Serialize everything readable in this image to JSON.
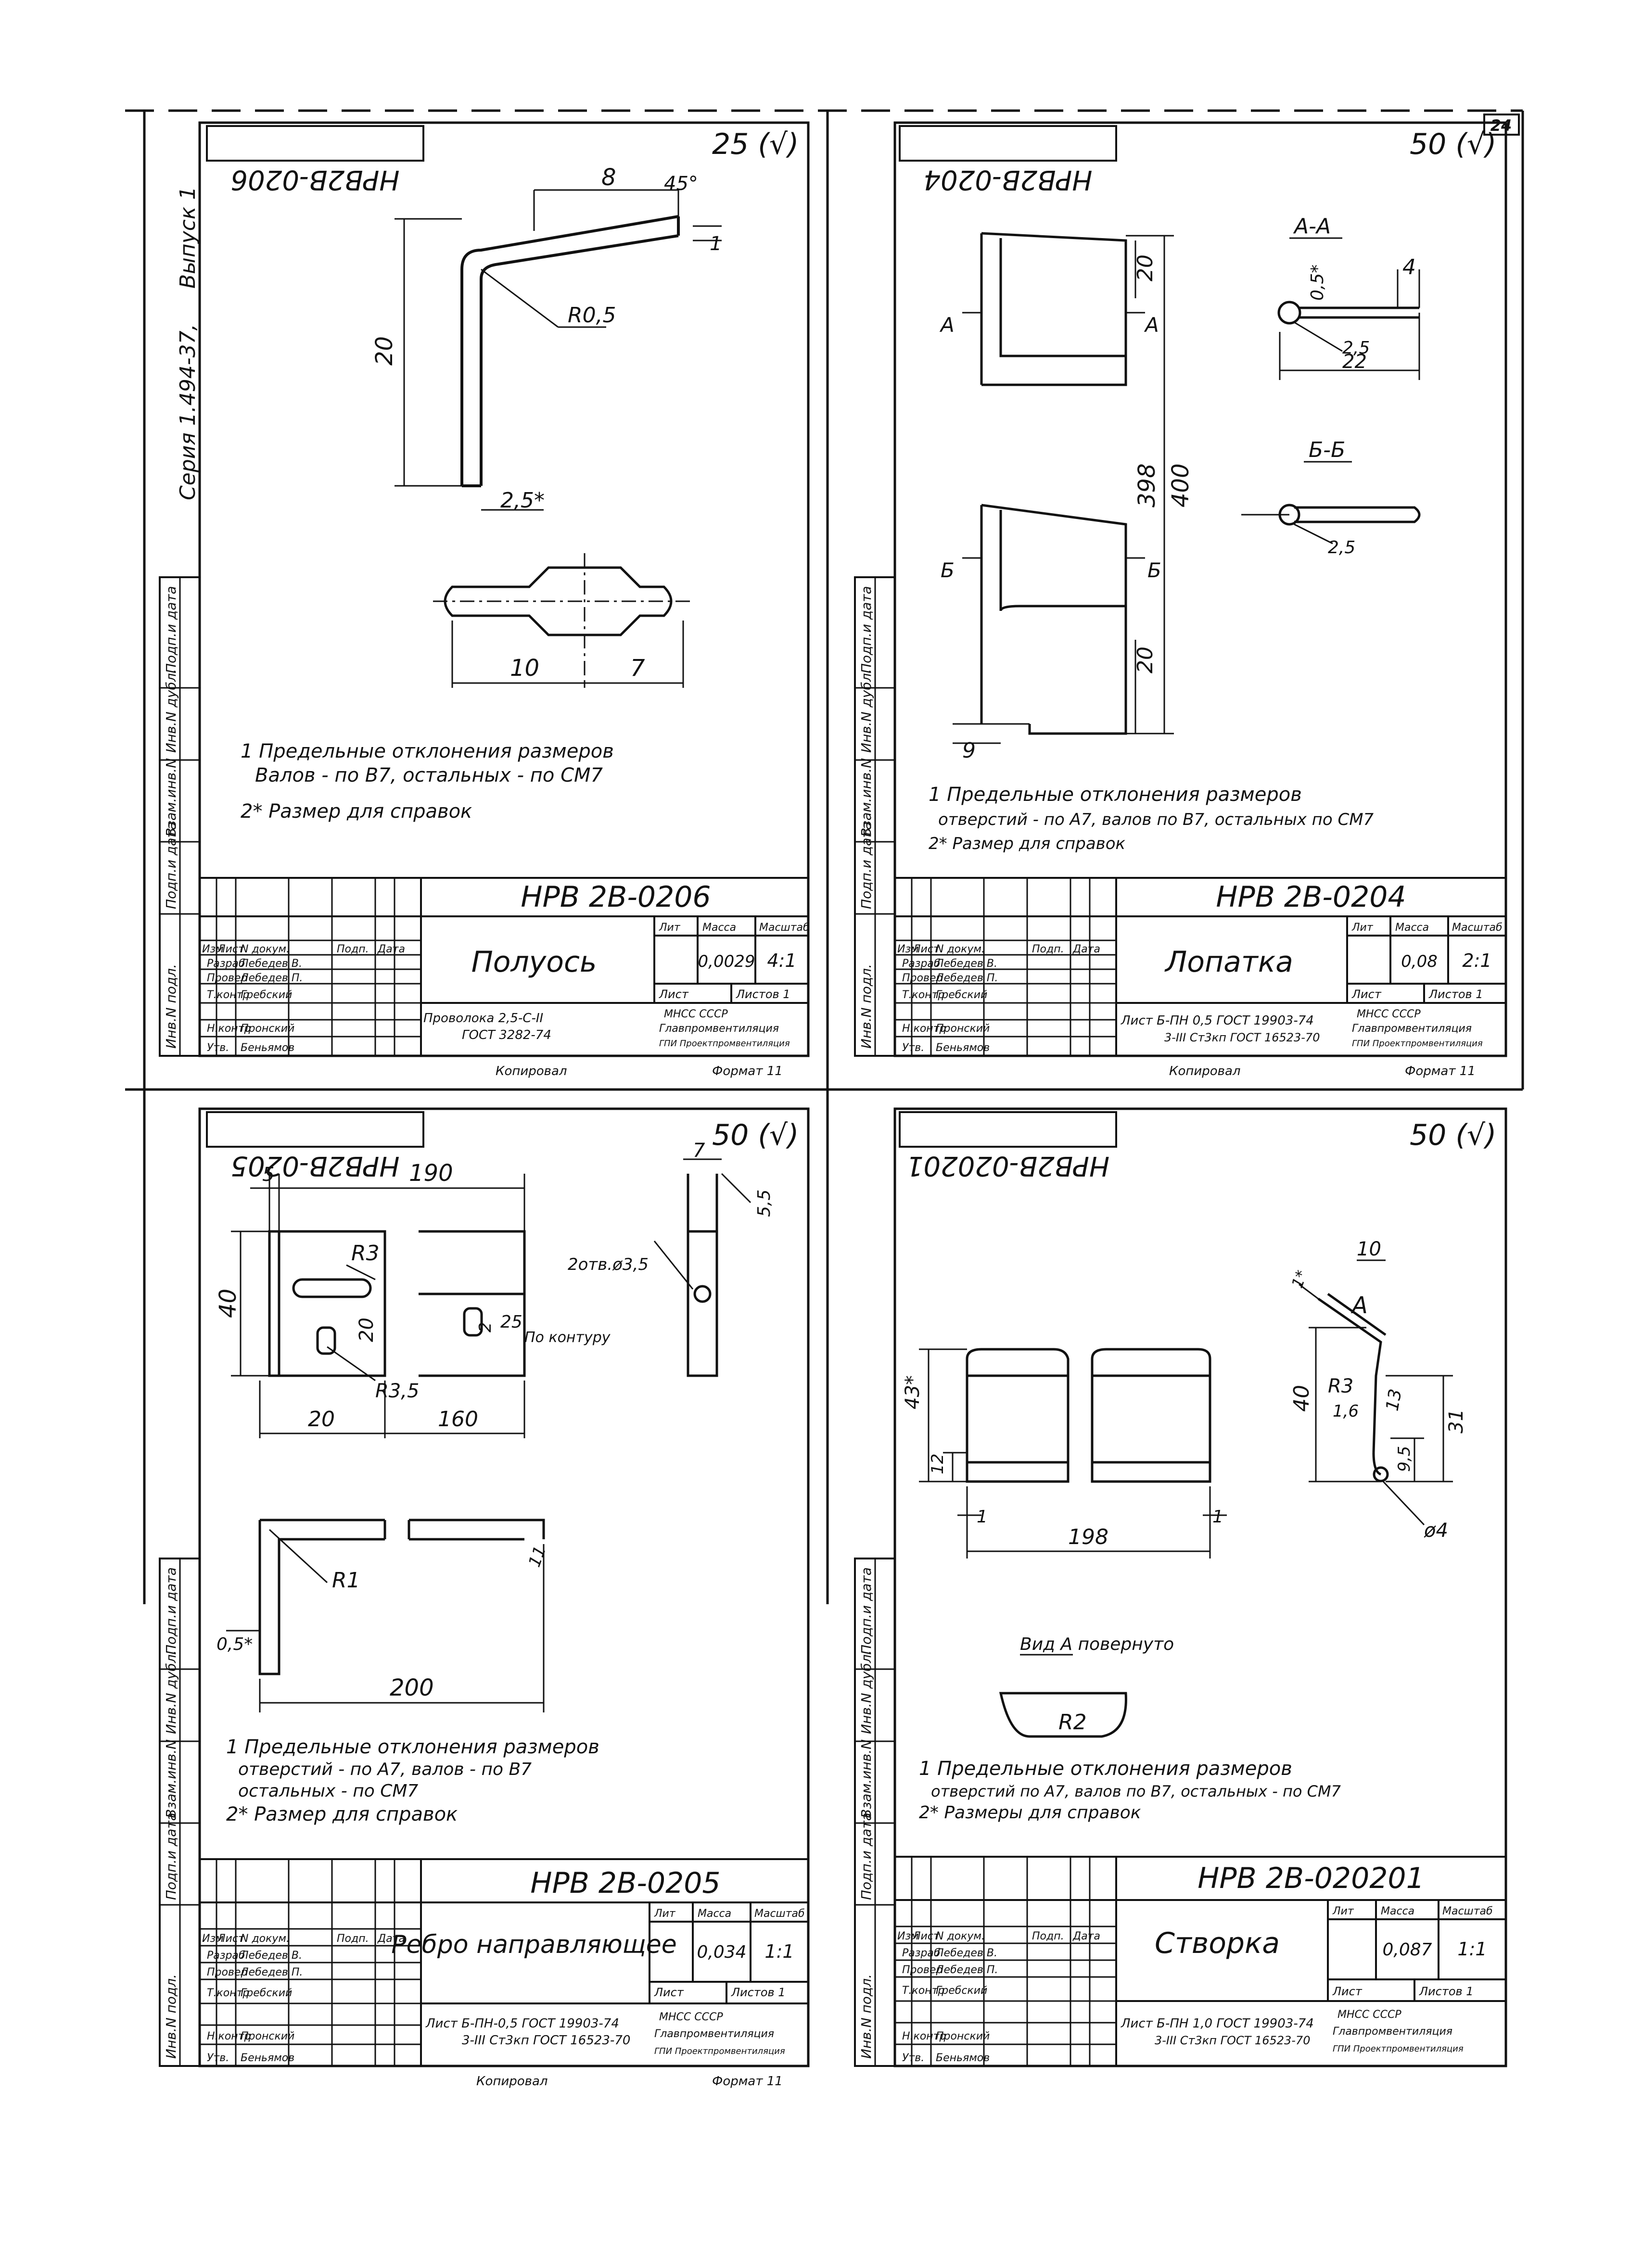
{
  "page_number": "24",
  "series_side": {
    "series": "Серия 1.494-37,",
    "issue": "Выпуск 1"
  },
  "side_stamp": {
    "labels": [
      "Инв.N подл.",
      "Подп.и дата",
      "Взам.инв.N",
      "Инв.N дубл.",
      "Подп.и дата"
    ]
  },
  "tb_headers": [
    "Изм",
    "Лист",
    "N докум.",
    "Подп.",
    "Дата"
  ],
  "tb_roles": [
    "Разраб",
    "Провер",
    "Т.контр",
    "Н.контр",
    "Утв."
  ],
  "tb_meta": {
    "lit": "Лит",
    "mass": "Масса",
    "scale": "Масштаб",
    "sheet": "Лист",
    "sheets": "Листов 1",
    "org1": "МНСС    СССР",
    "org2": "Главпромвентиляция",
    "org3": "ГПИ Проектпромвентиляция",
    "copied": "Копировал",
    "format": "Формат 11"
  },
  "sheets": [
    {
      "mirror_code": "НРВ2В-0206",
      "roughness": "25 (√)",
      "code": "НРВ 2В-0206",
      "title": "Полуось",
      "mass": "0,0029",
      "scale": "4:1",
      "material1": "Проволока 2,5-С-II",
      "material2": "ГОСТ 3282-74",
      "people": [
        "Лебедев В.",
        "Лебедев П.",
        "Гребский",
        "Пронский",
        "Беньямов"
      ],
      "notes": [
        "1 Предельные отклонения размеров",
        "Валов - по В7, остальных - по СМ7",
        "2* Размер для справок"
      ],
      "dims": [
        "8",
        "45°",
        "1",
        "R0,5",
        "20",
        "2,5*",
        "10",
        "7"
      ]
    },
    {
      "mirror_code": "НРВ2В-0204",
      "roughness": "50 (√)",
      "code": "НРВ 2В-0204",
      "title": "Лопатка",
      "mass": "0,08",
      "scale": "2:1",
      "material1": "Лист Б-ПН 0,5 ГОСТ 19903-74",
      "material2": "3-III Ст3кп ГОСТ 16523-70",
      "people": [
        "Лебедев В.",
        "Лебедев П.",
        "Гребский",
        "Пронский",
        "Беньямов"
      ],
      "notes": [
        "1 Предельные отклонения размеров",
        "отверстий - по А7, валов по В7, остальных по СМ7",
        "2* Размер для справок"
      ],
      "dims": [
        "А-А",
        "0,5*",
        "4",
        "2,5",
        "22",
        "Б-Б",
        "2,5",
        "А",
        "А",
        "Б",
        "Б",
        "20",
        "398",
        "400",
        "20",
        "9"
      ]
    },
    {
      "mirror_code": "НРВ2В-0205",
      "roughness": "50 (√)",
      "code": "НРВ 2В-0205",
      "title": "Ребро направляющее",
      "mass": "0,034",
      "scale": "1:1",
      "material1": "Лист Б-ПН-0,5 ГОСТ 19903-74",
      "material2": "3-III Ст3кп ГОСТ 16523-70",
      "people": [
        "Лебедев В.",
        "Лебедев П.",
        "Гребский",
        "Пронский",
        "Беньямов"
      ],
      "notes": [
        "1 Предельные отклонения размеров",
        "отверстий - по А7, валов - по В7",
        "остальных - по СМ7",
        "2* Размер для справок"
      ],
      "dims": [
        "5",
        "190",
        "R3",
        "40",
        "20",
        "2",
        "2отв.ø3,5",
        "7",
        "5,5",
        "25",
        "По контуру",
        "R3,5",
        "20",
        "160",
        "R1",
        "0,5*",
        "200",
        "11"
      ]
    },
    {
      "mirror_code": "НРВ2В-020201",
      "roughness": "50 (√)",
      "code": "НРВ 2В-020201",
      "title": "Створка",
      "mass": "0,087",
      "scale": "1:1",
      "material1": "Лист Б-ПН 1,0 ГОСТ 19903-74",
      "material2": "3-III Ст3кп ГОСТ 16523-70",
      "people": [
        "Лебедев В.",
        "Лебедев П.",
        "Гребский",
        "Пронский",
        "Беньямов"
      ],
      "notes": [
        "1 Предельные отклонения размеров",
        "отверстий по А7, валов по В7, остальных - по СМ7",
        "2* Размеры для справок"
      ],
      "dims": [
        "43*",
        "12",
        "1",
        "198",
        "1",
        "10",
        "1*",
        "А",
        "R3",
        "40",
        "1,6",
        "13",
        "31",
        "9,5",
        "ø4",
        "R2",
        "Вид А повернуто"
      ]
    }
  ]
}
